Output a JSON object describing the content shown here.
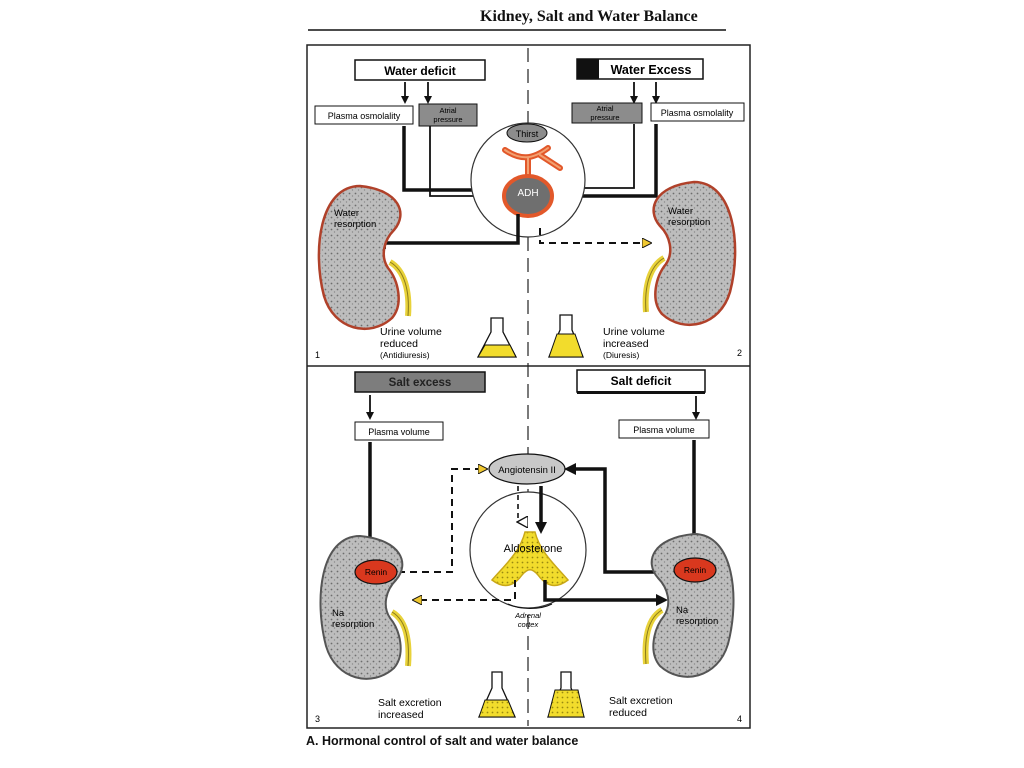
{
  "page": {
    "title": "Kidney, Salt and Water Balance",
    "caption": "A. Hormonal control of salt and water balance"
  },
  "panel1": {
    "number": "1",
    "header": "Water deficit",
    "osmolality_label": "Plasma osmolality",
    "atrial_label_line1": "Atrial",
    "atrial_label_line2": "pressure",
    "kidney_label_line1": "Water",
    "kidney_label_line2": "resorption",
    "urine_line1": "Urine volume",
    "urine_line2": "reduced",
    "urine_line3": "(Antidiuresis)"
  },
  "panel2": {
    "number": "2",
    "header": "Water Excess",
    "osmolality_label": "Plasma osmolality",
    "atrial_label_line1": "Atrial",
    "atrial_label_line2": "pressure",
    "kidney_label_line1": "Water",
    "kidney_label_line2": "resorption",
    "urine_line1": "Urine volume",
    "urine_line2": "increased",
    "urine_line3": "(Diuresis)"
  },
  "center_top": {
    "thirst_label": "Thirst",
    "adh_label": "ADH"
  },
  "panel3": {
    "number": "3",
    "header": "Salt excess",
    "plasma_label": "Plasma volume",
    "renin_label": "Renin",
    "kidney_label_line1": "Na",
    "kidney_label_line2": "resorption",
    "excretion_line1": "Salt excretion",
    "excretion_line2": "increased"
  },
  "panel4": {
    "number": "4",
    "header": "Salt deficit",
    "plasma_label": "Plasma volume",
    "renin_label": "Renin",
    "kidney_label_line1": "Na",
    "kidney_label_line2": "resorption",
    "excretion_line1": "Salt excretion",
    "excretion_line2": "reduced"
  },
  "center_bottom": {
    "angiotensin_label": "Angiotensin II",
    "aldosterone_label": "Aldosterone",
    "adrenal_line1": "Adrenal",
    "adrenal_line2": "cortex"
  },
  "colors": {
    "kidney_fill": "#c9c9c9",
    "kidney_outline": "#b0412a",
    "renin_fill": "#d9381e",
    "ureter": "#e8d23a",
    "urine_fill": "#f2dc2c",
    "adrenal_fill": "#f4e04a",
    "arrow_solid": "#111111",
    "arrow_dashed_head": "#e8c23a",
    "gray_box": "#8c8c8c"
  }
}
